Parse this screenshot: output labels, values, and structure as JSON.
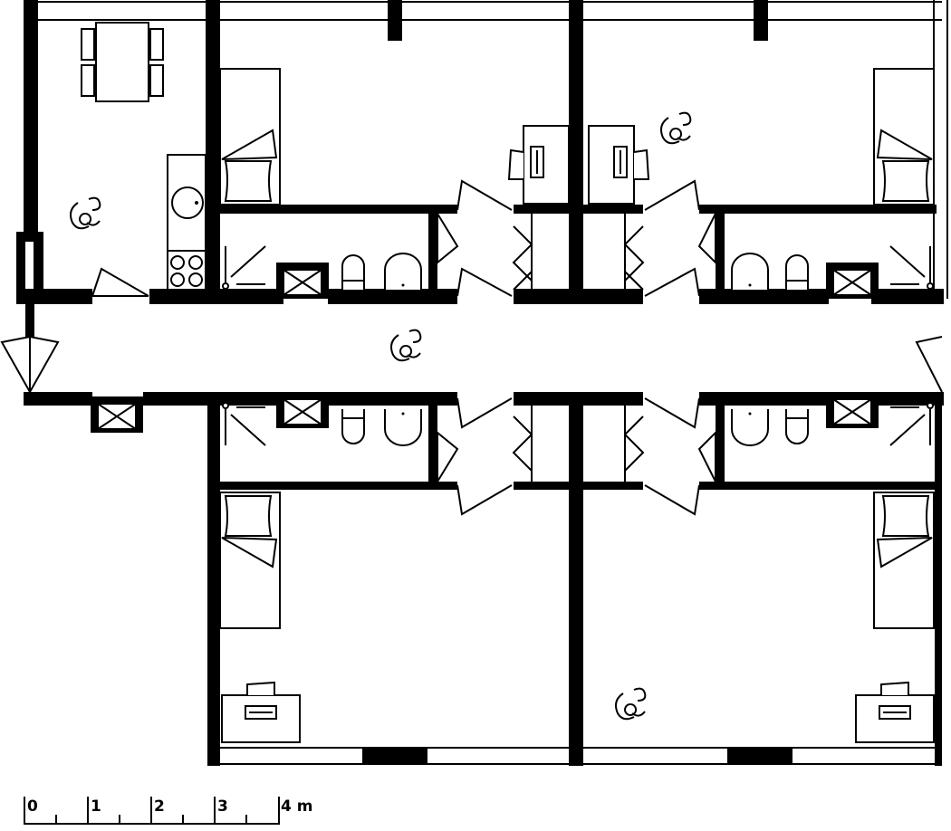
{
  "plan": {
    "scale_bar": {
      "labels": [
        "0",
        "1",
        "2",
        "3",
        "4 m"
      ],
      "unit": "m"
    },
    "colors": {
      "ink": "#000000",
      "paper": "#ffffff"
    }
  }
}
